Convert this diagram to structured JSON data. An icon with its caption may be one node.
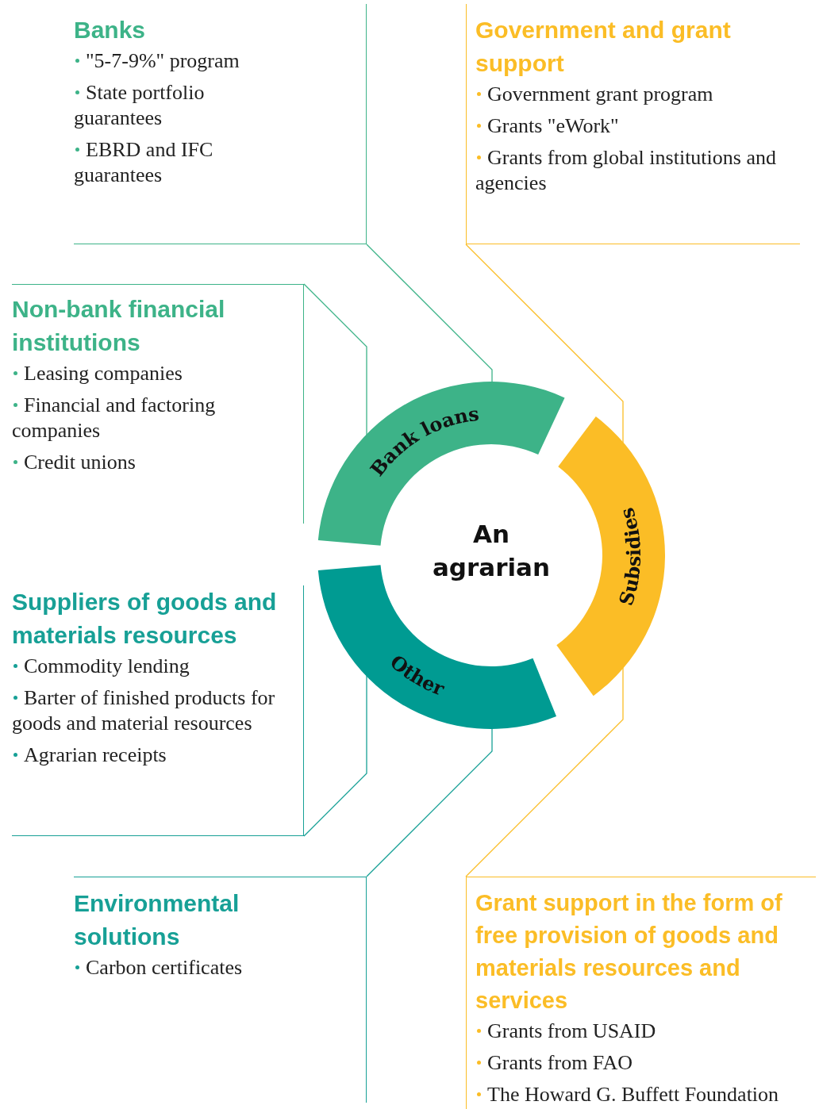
{
  "diagram": {
    "nodes": [
      {
        "text": [
          "Banks",
          "\"5-7-9%\" program",
          "State portfolio guarantees",
          "EBRD and IFC guarantees"
        ]
      },
      {
        "text": [
          "Government and grant support",
          "Government grant program",
          "Grants \"eWork\"",
          "Grants from global institutions and agencies"
        ]
      },
      {
        "text": [
          "Non-bank financial institutions",
          "Leasing companies",
          "Financial and factoring companies",
          "Credit unions"
        ]
      },
      {
        "text": [
          "Suppliers of goods and materials resources",
          "Commodity lending",
          "Barter of finished products for goods and material resources",
          "Agrarian receipts"
        ]
      },
      {
        "text": [
          "Environmental solutions",
          "Carbon certificates"
        ]
      },
      {
        "text": [
          "Grant support in the form of free provision of goods and materials resources and services",
          "Grants from USAID",
          "Grants from FAO",
          "The Howard G. Buffett Foundation"
        ]
      },
      {
        "text": [
          "Bank loans"
        ]
      },
      {
        "text": [
          "Subsidies"
        ]
      },
      {
        "text": [
          "Other"
        ]
      },
      {
        "text": [
          "An agrarian"
        ]
      }
    ],
    "edges": [
      {
        "from": 0,
        "to": 6,
        "arrow": "none",
        "color": "#3db388"
      },
      {
        "from": 2,
        "to": 6,
        "arrow": "none",
        "color": "#3db388"
      },
      {
        "from": 1,
        "to": 7,
        "arrow": "none",
        "color": "#fbbd26"
      },
      {
        "from": 3,
        "to": 8,
        "arrow": "none",
        "color": "#17a096"
      },
      {
        "from": 4,
        "to": 8,
        "arrow": "none",
        "color": "#17a096"
      },
      {
        "from": 5,
        "to": 7,
        "arrow": "none",
        "color": "#fbbd26"
      }
    ]
  }
}
